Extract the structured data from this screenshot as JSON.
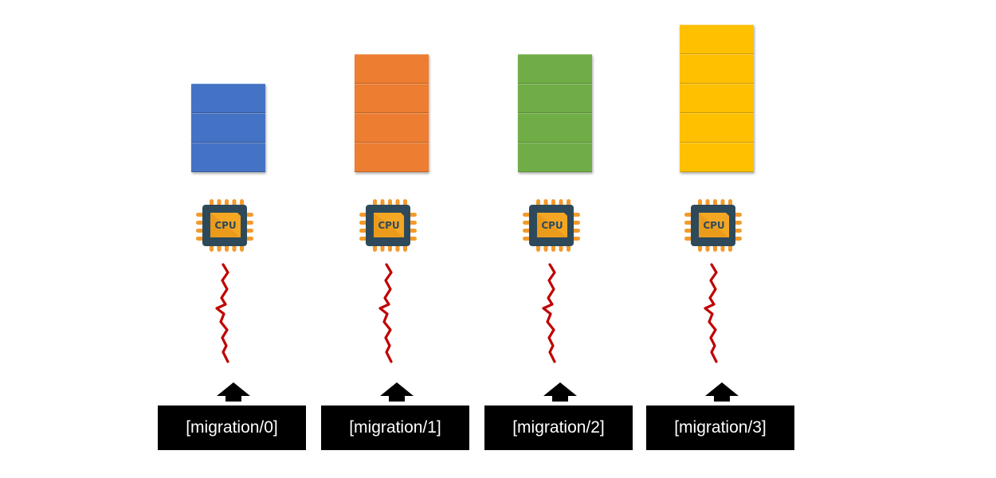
{
  "columns": [
    {
      "label": "[migration/0]",
      "blocks": 3,
      "color": "#4472C4",
      "cpu_text": "CPU"
    },
    {
      "label": "[migration/1]",
      "blocks": 4,
      "color": "#ED7D31",
      "cpu_text": "CPU"
    },
    {
      "label": "[migration/2]",
      "blocks": 4,
      "color": "#70AD47",
      "cpu_text": "CPU"
    },
    {
      "label": "[migration/3]",
      "blocks": 5,
      "color": "#FFC000",
      "cpu_text": "CPU"
    }
  ],
  "colors": {
    "cpu_body": "#2E4A5A",
    "cpu_chip": "#F5A623",
    "cpu_pin": "#F39A2B",
    "thread": "#C00000",
    "label_bg": "#000000",
    "label_fg": "#FFFFFF"
  },
  "icons": [
    "cpu-icon",
    "thread-squiggle-icon",
    "up-arrow-icon"
  ]
}
